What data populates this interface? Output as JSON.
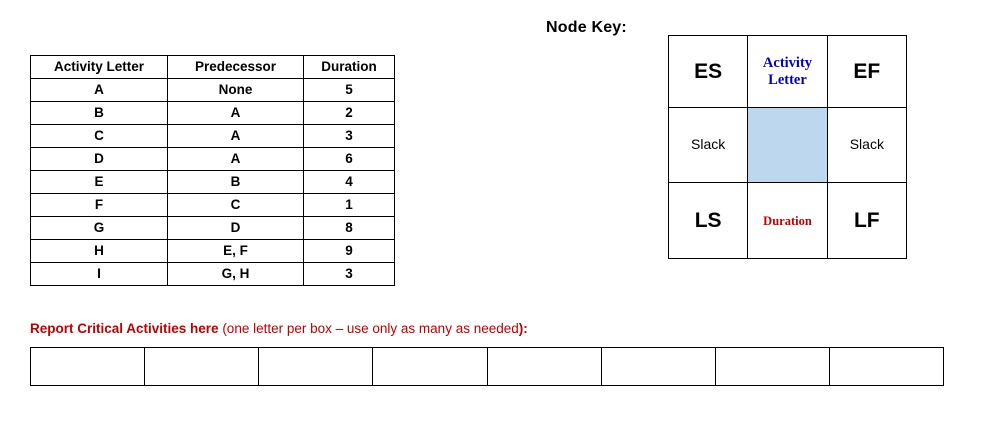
{
  "activity_table": {
    "headers": [
      "Activity Letter",
      "Predecessor",
      "Duration"
    ],
    "rows": [
      {
        "letter": "A",
        "predecessor": "None",
        "duration": "5"
      },
      {
        "letter": "B",
        "predecessor": "A",
        "duration": "2"
      },
      {
        "letter": "C",
        "predecessor": "A",
        "duration": "3"
      },
      {
        "letter": "D",
        "predecessor": "A",
        "duration": "6"
      },
      {
        "letter": "E",
        "predecessor": "B",
        "duration": "4"
      },
      {
        "letter": "F",
        "predecessor": "C",
        "duration": "1"
      },
      {
        "letter": "G",
        "predecessor": "D",
        "duration": "8"
      },
      {
        "letter": "H",
        "predecessor": "E, F",
        "duration": "9"
      },
      {
        "letter": "I",
        "predecessor": "G, H",
        "duration": "3"
      }
    ]
  },
  "node_key": {
    "label": "Node Key:",
    "cells": {
      "top_left": "ES",
      "top_center": "Activity Letter",
      "top_center_line1": "Activity",
      "top_center_line2": "Letter",
      "top_right": "EF",
      "middle_left": "Slack",
      "middle_center": "",
      "middle_right": "Slack",
      "bottom_left": "LS",
      "bottom_center": "Duration",
      "bottom_right": "LF"
    },
    "colors": {
      "activity_letter_text": "#0000CC",
      "duration_text": "#C00000",
      "center_cell_fill": "#BDD7EE",
      "border": "#000000"
    }
  },
  "report_section": {
    "prompt_bold": "Report Critical Activities here",
    "prompt_normal": " (one letter per box – use only as many as needed",
    "prompt_tail": "):",
    "prompt_color": "#C00000",
    "box_count": 8,
    "box_values": [
      "",
      "",
      "",
      "",
      "",
      "",
      "",
      ""
    ]
  }
}
